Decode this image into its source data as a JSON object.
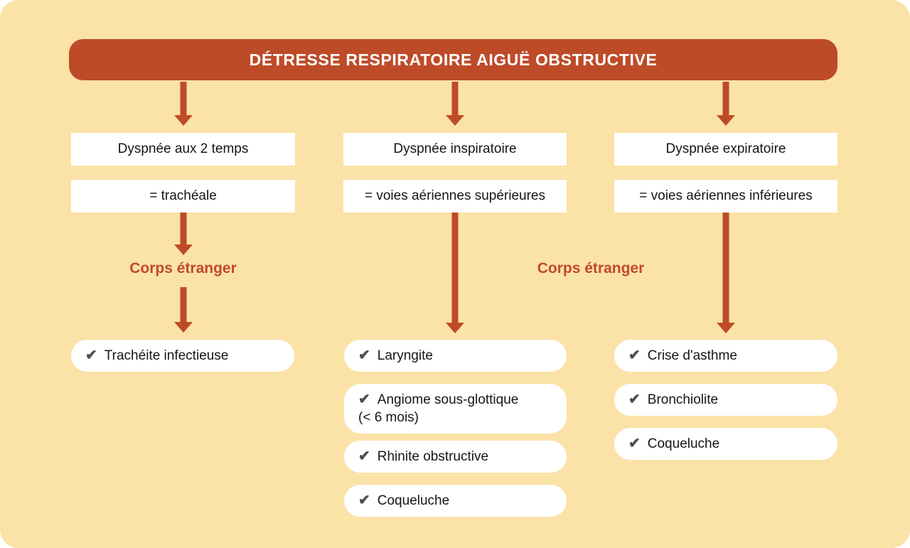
{
  "title": "DÉTRESSE RESPIRATOIRE AIGUË OBSTRUCTIVE",
  "check_glyph": "✔",
  "foreign_body_left": "Corps étranger",
  "foreign_body_right": "Corps étranger",
  "columns": [
    {
      "header": "Dyspnée aux 2 temps",
      "subheader": "= trachéale",
      "items": [
        {
          "label": "Trachéite infectieuse"
        }
      ]
    },
    {
      "header": "Dyspnée inspiratoire",
      "subheader": "= voies aériennes supérieures",
      "items": [
        {
          "label": "Laryngite"
        },
        {
          "label": "Angiome sous-glottique\n(< 6 mois)"
        },
        {
          "label": "Rhinite obstructive"
        },
        {
          "label": "Coqueluche"
        }
      ]
    },
    {
      "header": "Dyspnée expiratoire",
      "subheader": "= voies aériennes inférieures",
      "items": [
        {
          "label": "Crise d'asthme"
        },
        {
          "label": "Bronchiolite"
        },
        {
          "label": "Coqueluche"
        }
      ]
    }
  ],
  "colors": {
    "bg": "#FBE2A7",
    "rust": "#BE4B28",
    "card": "#FFFFFF",
    "ink": "#161616",
    "check": "#4F4F4F"
  }
}
